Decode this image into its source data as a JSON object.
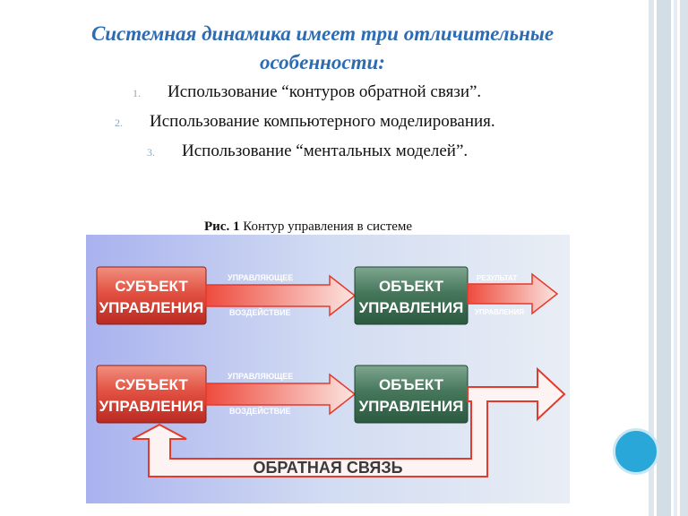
{
  "slide": {
    "title_line1": "Системная динамика имеет три отличительные",
    "title_line2": "особенности:",
    "items": [
      {
        "num": "1.",
        "text": "Использование “контуров обратной связи”."
      },
      {
        "num": "2.",
        "text": "Использование компьютерного моделирования."
      },
      {
        "num": "3.",
        "text": "Использование “ментальных моделей”."
      }
    ],
    "caption_bold": "Рис. 1",
    "caption_text": " Контур управления в системе"
  },
  "diagram": {
    "row1": {
      "subject_line1": "СУБЪЕКТ",
      "subject_line2": "УПРАВЛЕНИЯ",
      "action_top": "УПРАВЛЯЮЩЕЕ",
      "action_bottom": "ВОЗДЕЙСТВИЕ",
      "object_line1": "ОБЪЕКТ",
      "object_line2": "УПРАВЛЕНИЯ",
      "result_top": "РЕЗУЛЬТАТ",
      "result_bottom": "УПРАВЛЕНИЯ"
    },
    "row2": {
      "subject_line1": "СУБЪЕКТ",
      "subject_line2": "УПРАВЛЕНИЯ",
      "action_top": "УПРАВЛЯЮЩЕЕ",
      "action_bottom": "ВОЗДЕЙСТВИЕ",
      "object_line1": "ОБЪЕКТ",
      "object_line2": "УПРАВЛЕНИЯ",
      "feedback": "ОБРАТНАЯ СВЯЗЬ"
    }
  },
  "colors": {
    "title": "#2b6cb5",
    "subject_box": "#e04a3c",
    "object_box": "#3f6f55",
    "arrow": "#ee4b3d",
    "circle": "#29a7d9"
  }
}
